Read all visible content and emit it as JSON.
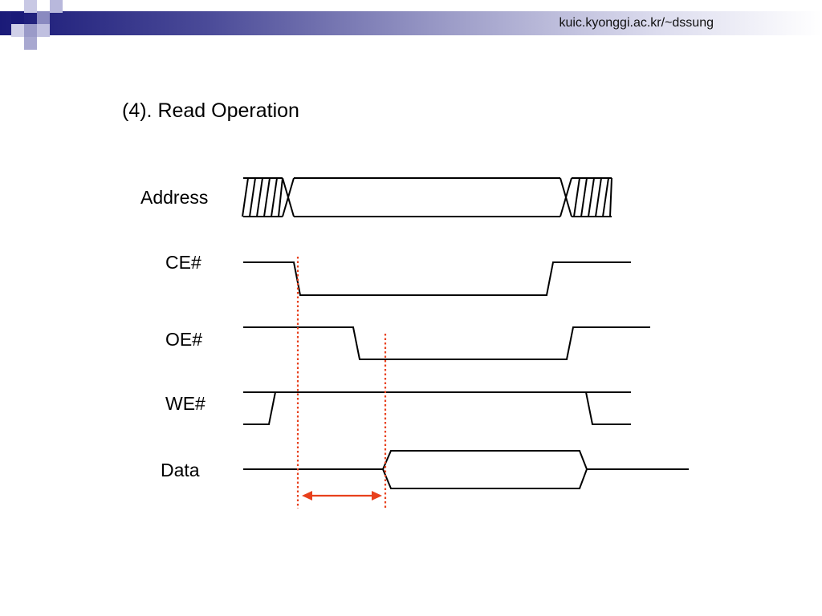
{
  "header": {
    "site_url": "kuic.kyonggi.ac.kr/~dssung"
  },
  "slide": {
    "title": "(4). Read Operation"
  },
  "signals": {
    "address": "Address",
    "ce": "CE#",
    "oe": "OE#",
    "we": "WE#",
    "data": "Data"
  },
  "colors": {
    "logo_dark": "#1a1a78",
    "logo_light": "#9a9ac8",
    "timing_marker": "#e8401c",
    "waveform": "#000000"
  }
}
